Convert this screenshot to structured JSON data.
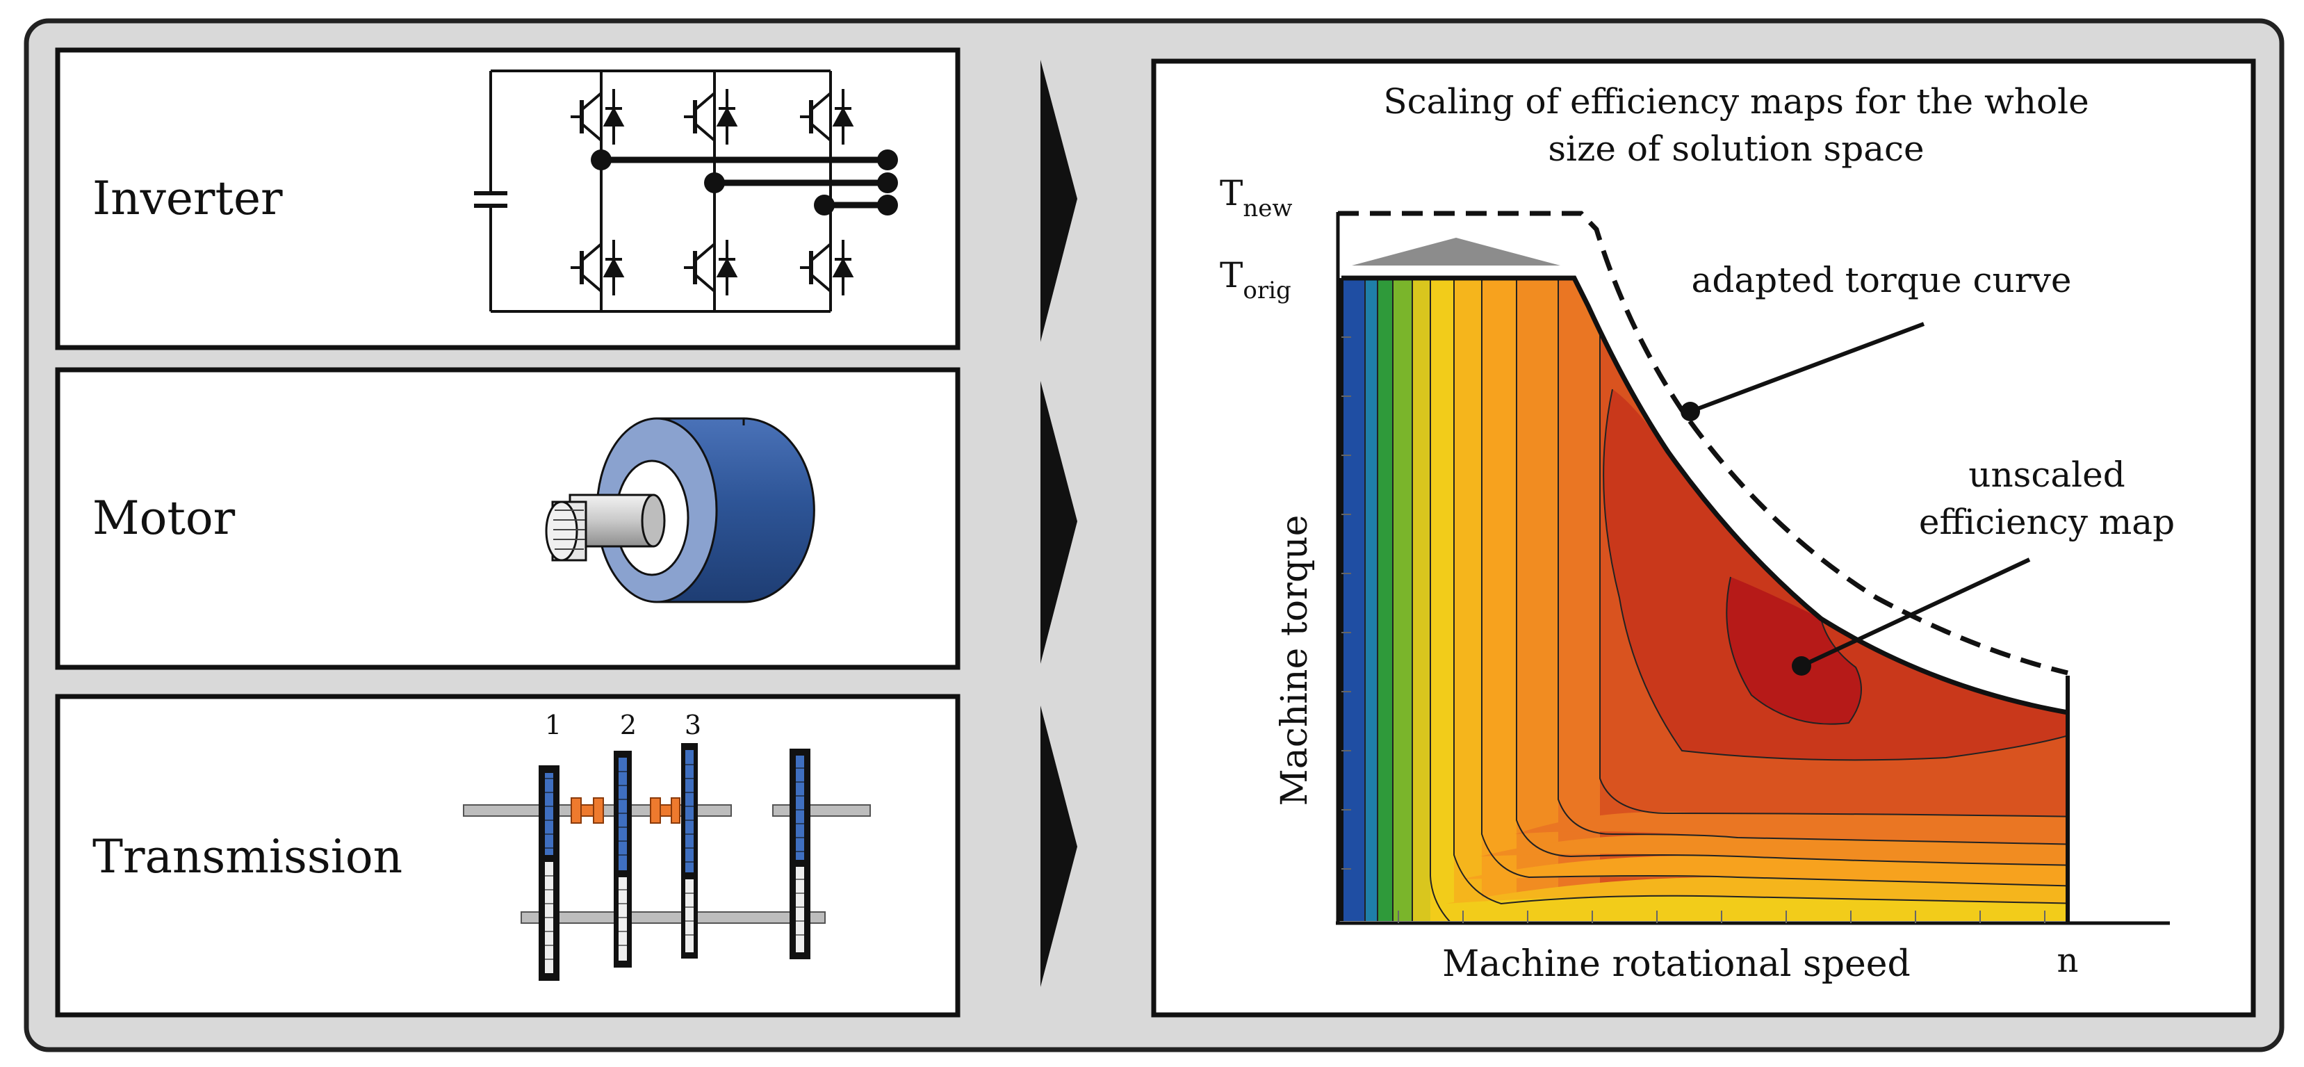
{
  "components": {
    "inverter": "Inverter",
    "motor": "Motor",
    "transmission": "Transmission"
  },
  "gear_labels": [
    "1",
    "2",
    "3"
  ],
  "map": {
    "title_line1": "Scaling of efficiency maps for the whole",
    "title_line2": "size of solution space",
    "t_new_main": "T",
    "t_new_sub": "new",
    "t_orig_main": "T",
    "t_orig_sub": "orig",
    "ylabel": "Machine torque",
    "xlabel": "Machine rotational speed",
    "n_label": "n",
    "annotation_curve": "adapted torque curve",
    "annotation_map_line1": "unscaled",
    "annotation_map_line2": "efficiency map"
  },
  "colors": {
    "frame_bg": "#d9d9d9",
    "motor_blue": "#2e5597",
    "gear_blue": "#3f6fc0",
    "clutch_orange": "#ee7a2e",
    "map_deep_red": "#b61a18",
    "map_blue": "#1f4ea3"
  }
}
